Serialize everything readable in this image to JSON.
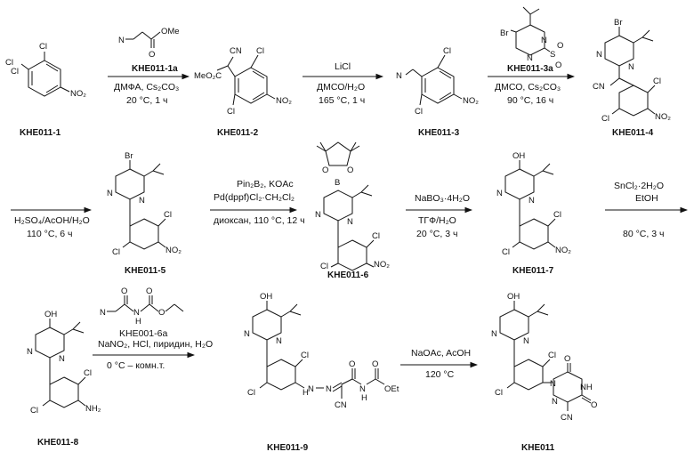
{
  "compounds": {
    "c1": "KHE011-1",
    "c2": "KHE011-2",
    "c3": "KHE011-3",
    "c4": "KHE011-4",
    "c5": "KHE011-5",
    "c6": "KHE011-6",
    "c7": "KHE011-7",
    "c8": "KHE011-8",
    "c9": "KHE011-9",
    "c10": "KHE011"
  },
  "reagents": {
    "r1a": "KHE011-1a",
    "r3a": "KHE011-3a",
    "r6a": "KHE001-6a"
  },
  "conditions": {
    "s1_top": "KHE011-1a",
    "s1_mid": "ДМФА, Cs₂CO₃",
    "s1_bot": "20 °C, 1 ч",
    "s2_top": "LiCl",
    "s2_mid": "ДМСО/H₂O",
    "s2_bot": "165 °C, 1 ч",
    "s3_mid": "ДМСО, Cs₂CO₃",
    "s3_bot": "90 °C, 16 ч",
    "s4_top": "H₂SO₄/AcOH/H₂O",
    "s4_bot": "110 °C, 6 ч",
    "s5_top1": "Pin₂B₂, KOAc",
    "s5_top2": "Pd(dppf)Cl₂·CH₂Cl₂",
    "s5_bot": "диоксан, 110 °C, 12 ч",
    "s6_top": "NaBO₃·4H₂O",
    "s6_mid": "ТГФ/H₂O",
    "s6_bot": "20 °C, 3 ч",
    "s7_top": "SnCl₂·2H₂O",
    "s7_mid": "EtOH",
    "s7_bot": "80 °C, 3 ч",
    "s8_top": "NaNO₂, HCl, пиридин, H₂O",
    "s8_bot": "0 °C – комн.т.",
    "s9_top": "NaOAc, AcOH",
    "s9_bot": "120 °C"
  },
  "atoms": {
    "Cl": "Cl",
    "NO2": "NO₂",
    "NH2": "NH₂",
    "MeO2C": "MeO₂C",
    "CN": "CN",
    "N": "N",
    "Br": "Br",
    "B": "B",
    "O": "O",
    "OH": "OH",
    "OMe": "OMe",
    "S": "S",
    "H": "H",
    "OEt": "OEt",
    "NH": "NH",
    "HN": "HN"
  }
}
